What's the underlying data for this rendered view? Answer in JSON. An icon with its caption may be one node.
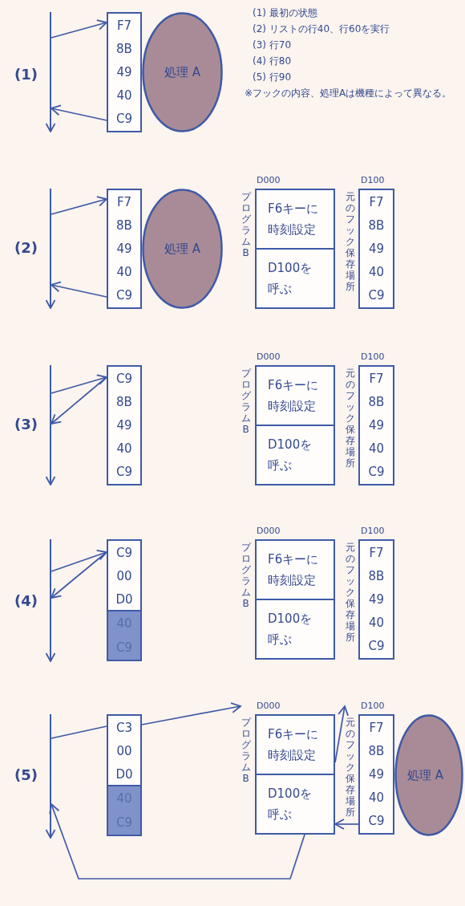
{
  "diagram": {
    "nodes": [
      {
        "text": [],
        "shape": "line"
      },
      {
        "text": [
          "F7",
          "8B",
          "49",
          "40",
          "C9"
        ]
      },
      {
        "text": [
          "処理 A"
        ]
      },
      {
        "text": [],
        "shape": "line"
      },
      {
        "text": [
          "F7",
          "8B",
          "49",
          "40",
          "C9"
        ]
      },
      {
        "text": [
          "処理 A"
        ]
      },
      {
        "text": [
          "F6キーに時刻設定",
          "D100を呼ぶ"
        ],
        "beside": [
          "D000",
          "プログラムB"
        ]
      },
      {
        "text": [
          "F7",
          "8B",
          "49",
          "40",
          "C9"
        ],
        "beside": [
          "D100",
          "元のフック保存場所"
        ]
      },
      {
        "text": [],
        "shape": "line"
      },
      {
        "text": [
          "C9",
          "8B",
          "49",
          "40",
          "C9"
        ]
      },
      {
        "text": [
          "F6キーに時刻設定",
          "D100を呼ぶ"
        ],
        "beside": [
          "D000",
          "プログラムB"
        ]
      },
      {
        "text": [
          "F7",
          "8B",
          "49",
          "40",
          "C9"
        ],
        "beside": [
          "D100",
          "元のフック保存場所"
        ]
      },
      {
        "text": [],
        "shape": "line"
      },
      {
        "text": [
          "C9",
          "00",
          "D0"
        ]
      },
      {
        "text": [
          "40",
          "C9"
        ]
      },
      {
        "text": [
          "F6キーに時刻設定",
          "D100を呼ぶ"
        ],
        "beside": [
          "D000",
          "プログラムB"
        ]
      },
      {
        "text": [
          "F7",
          "8B",
          "49",
          "40",
          "C9"
        ],
        "beside": [
          "D100",
          "元のフック保存場所"
        ]
      },
      {
        "text": [],
        "shape": "line"
      },
      {
        "text": [
          "C3",
          "00",
          "D0"
        ]
      },
      {
        "text": [
          "40",
          "C9"
        ]
      },
      {
        "text": [
          "F6キーに時刻設定",
          "D100を呼ぶ"
        ],
        "beside": [
          "D000",
          "プログラムB"
        ]
      },
      {
        "text": [
          "F7",
          "8B",
          "49",
          "40",
          "C9"
        ],
        "beside": [
          "D100",
          "元のフック保存場所"
        ]
      },
      {
        "text": [
          "処理 A"
        ]
      }
    ],
    "edges": [
      {
        "from": 0,
        "to": 1,
        "arrow": "to"
      },
      {
        "from": 1,
        "to": 0,
        "arrow": "to"
      },
      {
        "from": 3,
        "to": 4,
        "arrow": "to"
      },
      {
        "from": 4,
        "to": 3,
        "arrow": "to"
      },
      {
        "from": 8,
        "to": 9,
        "arrow": "to"
      },
      {
        "from": 9,
        "to": 8,
        "arrow": "to"
      },
      {
        "from": 12,
        "to": 13,
        "arrow": "to"
      },
      {
        "from": 13,
        "to": 12,
        "arrow": "to"
      },
      {
        "from": 17,
        "to": 18,
        "arrow": "none"
      },
      {
        "from": 18,
        "to": 20,
        "arrow": "to"
      },
      {
        "from": 20,
        "to": 21,
        "arrow": "to"
      },
      {
        "from": 21,
        "to": 20,
        "arrow": "to"
      },
      {
        "from": 20,
        "to": 17,
        "arrow": "to"
      }
    ],
    "labels": [
      "(1) 最初の状態",
      "(2) リストの行40、行60を実行",
      "(3) 行70",
      "(4) 行80",
      "(5) 行90",
      "※フックの内容、処理Aは機種によって異なる。",
      "(1)",
      "(2)",
      "(3)",
      "(4)",
      "(5)"
    ]
  }
}
